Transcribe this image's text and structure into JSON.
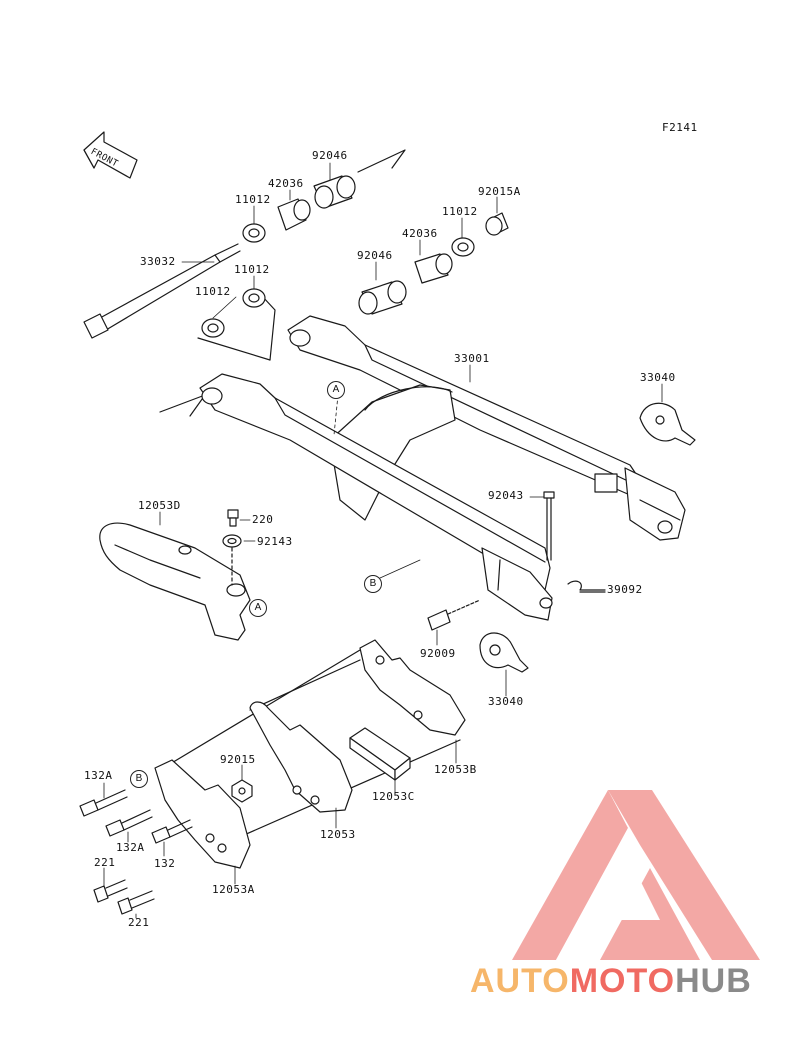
{
  "figure_code": "F2141",
  "front_marker": "FRONT",
  "parts": [
    {
      "id": "p-92046-top",
      "text": "92046"
    },
    {
      "id": "p-42036-top",
      "text": "42036"
    },
    {
      "id": "p-11012-top",
      "text": "11012"
    },
    {
      "id": "p-92015a",
      "text": "92015A"
    },
    {
      "id": "p-11012-right",
      "text": "11012"
    },
    {
      "id": "p-42036-right",
      "text": "42036"
    },
    {
      "id": "p-92046-right",
      "text": "92046"
    },
    {
      "id": "p-33032",
      "text": "33032"
    },
    {
      "id": "p-11012-mid",
      "text": "11012"
    },
    {
      "id": "p-11012-left",
      "text": "11012"
    },
    {
      "id": "p-33001",
      "text": "33001"
    },
    {
      "id": "p-33040-top",
      "text": "33040"
    },
    {
      "id": "p-12053d",
      "text": "12053D"
    },
    {
      "id": "p-220",
      "text": "220"
    },
    {
      "id": "p-92143",
      "text": "92143"
    },
    {
      "id": "p-92043",
      "text": "92043"
    },
    {
      "id": "p-39092",
      "text": "39092"
    },
    {
      "id": "p-92009",
      "text": "92009"
    },
    {
      "id": "p-33040-bottom",
      "text": "33040"
    },
    {
      "id": "p-12053b",
      "text": "12053B"
    },
    {
      "id": "p-132a-top",
      "text": "132A"
    },
    {
      "id": "p-92015",
      "text": "92015"
    },
    {
      "id": "p-12053c",
      "text": "12053C"
    },
    {
      "id": "p-132a-bottom",
      "text": "132A"
    },
    {
      "id": "p-12053",
      "text": "12053"
    },
    {
      "id": "p-132",
      "text": "132"
    },
    {
      "id": "p-221-top",
      "text": "221"
    },
    {
      "id": "p-12053a",
      "text": "12053A"
    },
    {
      "id": "p-221-bottom",
      "text": "221"
    }
  ],
  "callouts": {
    "a_swingarm": "A",
    "a_chain_guide": "A",
    "b_swingarm": "B",
    "b_chain_guide": "B"
  },
  "watermark": {
    "part1": "AUTO",
    "part2": "MOTO",
    "part3": "HUB",
    "colors": {
      "auto": "#f6b66a",
      "moto": "#f06a62",
      "hub": "#8a8a8a",
      "logo": "#f29a96"
    }
  }
}
